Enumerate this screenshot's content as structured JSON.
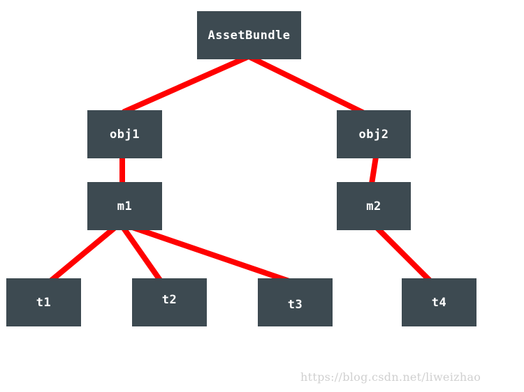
{
  "diagram": {
    "nodes": {
      "assetbundle": "AssetBundle",
      "obj1": "obj1",
      "obj2": "obj2",
      "m1": "m1",
      "m2": "m2",
      "t1": "t1",
      "t2": "t2",
      "t3": "t3",
      "t4": "t4"
    },
    "edges": [
      [
        "AssetBundle",
        "obj1"
      ],
      [
        "AssetBundle",
        "obj2"
      ],
      [
        "obj1",
        "m1"
      ],
      [
        "obj2",
        "m2"
      ],
      [
        "m1",
        "t1"
      ],
      [
        "m1",
        "t2"
      ],
      [
        "m1",
        "t3"
      ],
      [
        "m2",
        "t4"
      ]
    ],
    "colors": {
      "node_fill": "#3d4a51",
      "node_text": "#ffffff",
      "edge": "#ff0000"
    }
  },
  "watermark": "https://blog.csdn.net/liweizhao"
}
